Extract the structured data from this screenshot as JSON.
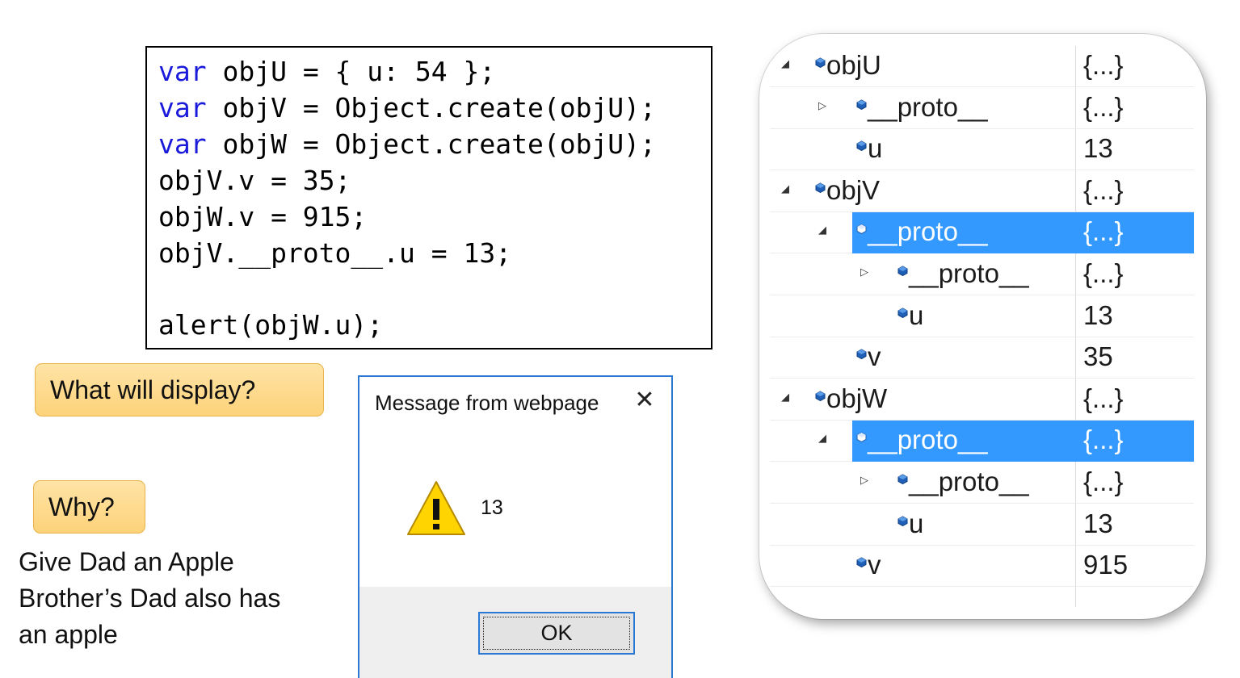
{
  "code": {
    "lines": [
      {
        "kw": "var",
        "rest": " objU = { u: 54 };"
      },
      {
        "kw": "var",
        "rest": " objV = Object.create(objU);"
      },
      {
        "kw": "var",
        "rest": " objW = Object.create(objU);"
      },
      {
        "kw": "",
        "rest": "objV.v = 35;"
      },
      {
        "kw": "",
        "rest": "objW.v = 915;"
      },
      {
        "kw": "",
        "rest": "objV.__proto__.u = 13;"
      },
      {
        "kw": "",
        "rest": ""
      },
      {
        "kw": "",
        "rest": "alert(objW.u);"
      }
    ]
  },
  "callouts": {
    "question": "What will display?",
    "why": "Why?"
  },
  "explanation": [
    "Give Dad an Apple",
    "Brother’s Dad also has",
    "an apple"
  ],
  "dialog": {
    "title": "Message from webpage",
    "close_glyph": "✕",
    "message": "13",
    "ok_label": "OK"
  },
  "watch": {
    "rows": [
      {
        "name": "objU",
        "value": "{...}",
        "indent": 0,
        "arrow": "◢",
        "selected": false
      },
      {
        "name": "__proto__",
        "value": "{...}",
        "indent": 1,
        "arrow": "▷",
        "selected": false
      },
      {
        "name": "u",
        "value": "13",
        "indent": 1,
        "arrow": "",
        "selected": false
      },
      {
        "name": "objV",
        "value": "{...}",
        "indent": 0,
        "arrow": "◢",
        "selected": false
      },
      {
        "name": "__proto__",
        "value": "{...}",
        "indent": 1,
        "arrow": "◢",
        "selected": true
      },
      {
        "name": "__proto__",
        "value": "{...}",
        "indent": 2,
        "arrow": "▷",
        "selected": false
      },
      {
        "name": "u",
        "value": "13",
        "indent": 2,
        "arrow": "",
        "selected": false
      },
      {
        "name": "v",
        "value": "35",
        "indent": 1,
        "arrow": "",
        "selected": false
      },
      {
        "name": "objW",
        "value": "{...}",
        "indent": 0,
        "arrow": "◢",
        "selected": false
      },
      {
        "name": "__proto__",
        "value": "{...}",
        "indent": 1,
        "arrow": "◢",
        "selected": true
      },
      {
        "name": "__proto__",
        "value": "{...}",
        "indent": 2,
        "arrow": "▷",
        "selected": false
      },
      {
        "name": "u",
        "value": "13",
        "indent": 2,
        "arrow": "",
        "selected": false
      },
      {
        "name": "v",
        "value": "915",
        "indent": 1,
        "arrow": "",
        "selected": false
      }
    ]
  },
  "colors": {
    "keyword": "#1a1adb",
    "selection": "#3399ff",
    "callout": "#fdd27a",
    "dialog_border": "#2b79d4",
    "warning": "#ffd400"
  }
}
